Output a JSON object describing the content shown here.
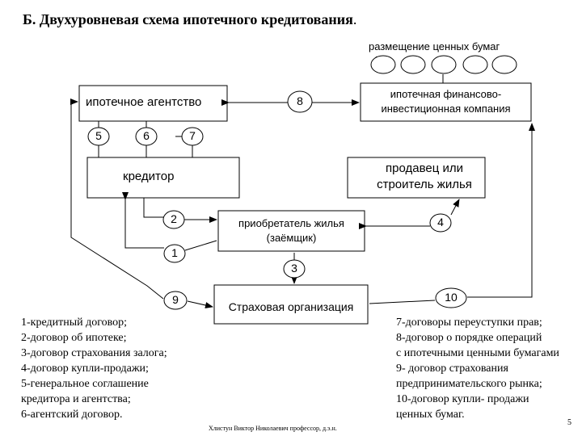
{
  "title": "Б. Двухуровневая схема ипотечного кредитования",
  "title_dot": ".",
  "securities_label": "размещение ценных бумаг",
  "nodes": {
    "agency": "ипотечное агентство",
    "company_line1": "ипотечная финансово-",
    "company_line2": "инвестиционная компания",
    "creditor": "кредитор",
    "seller_line1": "продавец или",
    "seller_line2": "строитель жилья",
    "buyer_line1": "приобретатель жилья",
    "buyer_line2": "(заёмщик)",
    "insurance": "Страховая организация"
  },
  "numbers": {
    "n1": "1",
    "n2": "2",
    "n3": "3",
    "n4": "4",
    "n5": "5",
    "n6": "6",
    "n7": "7",
    "n8": "8",
    "n9": "9",
    "n10": "10"
  },
  "legend_left": [
    "1-кредитный договор;",
    "2-договор об ипотеке;",
    "3-договор страхования залога;",
    "4-договор купли-продажи;",
    "5-генеральное соглашение",
    "кредитора и агентства;",
    "6-агентский договор."
  ],
  "legend_right": [
    "7-договоры переуступки прав;",
    "8-договор о порядке операций",
    "с ипотечными ценными бумагами",
    "9- договор страхования",
    "предпринимательского рынка;",
    "10-договор купли- продажи",
    "ценных бумаг."
  ],
  "footer_author": "Хлистун Виктор Николаевич профессор, д.э.н.",
  "page_number": "5"
}
